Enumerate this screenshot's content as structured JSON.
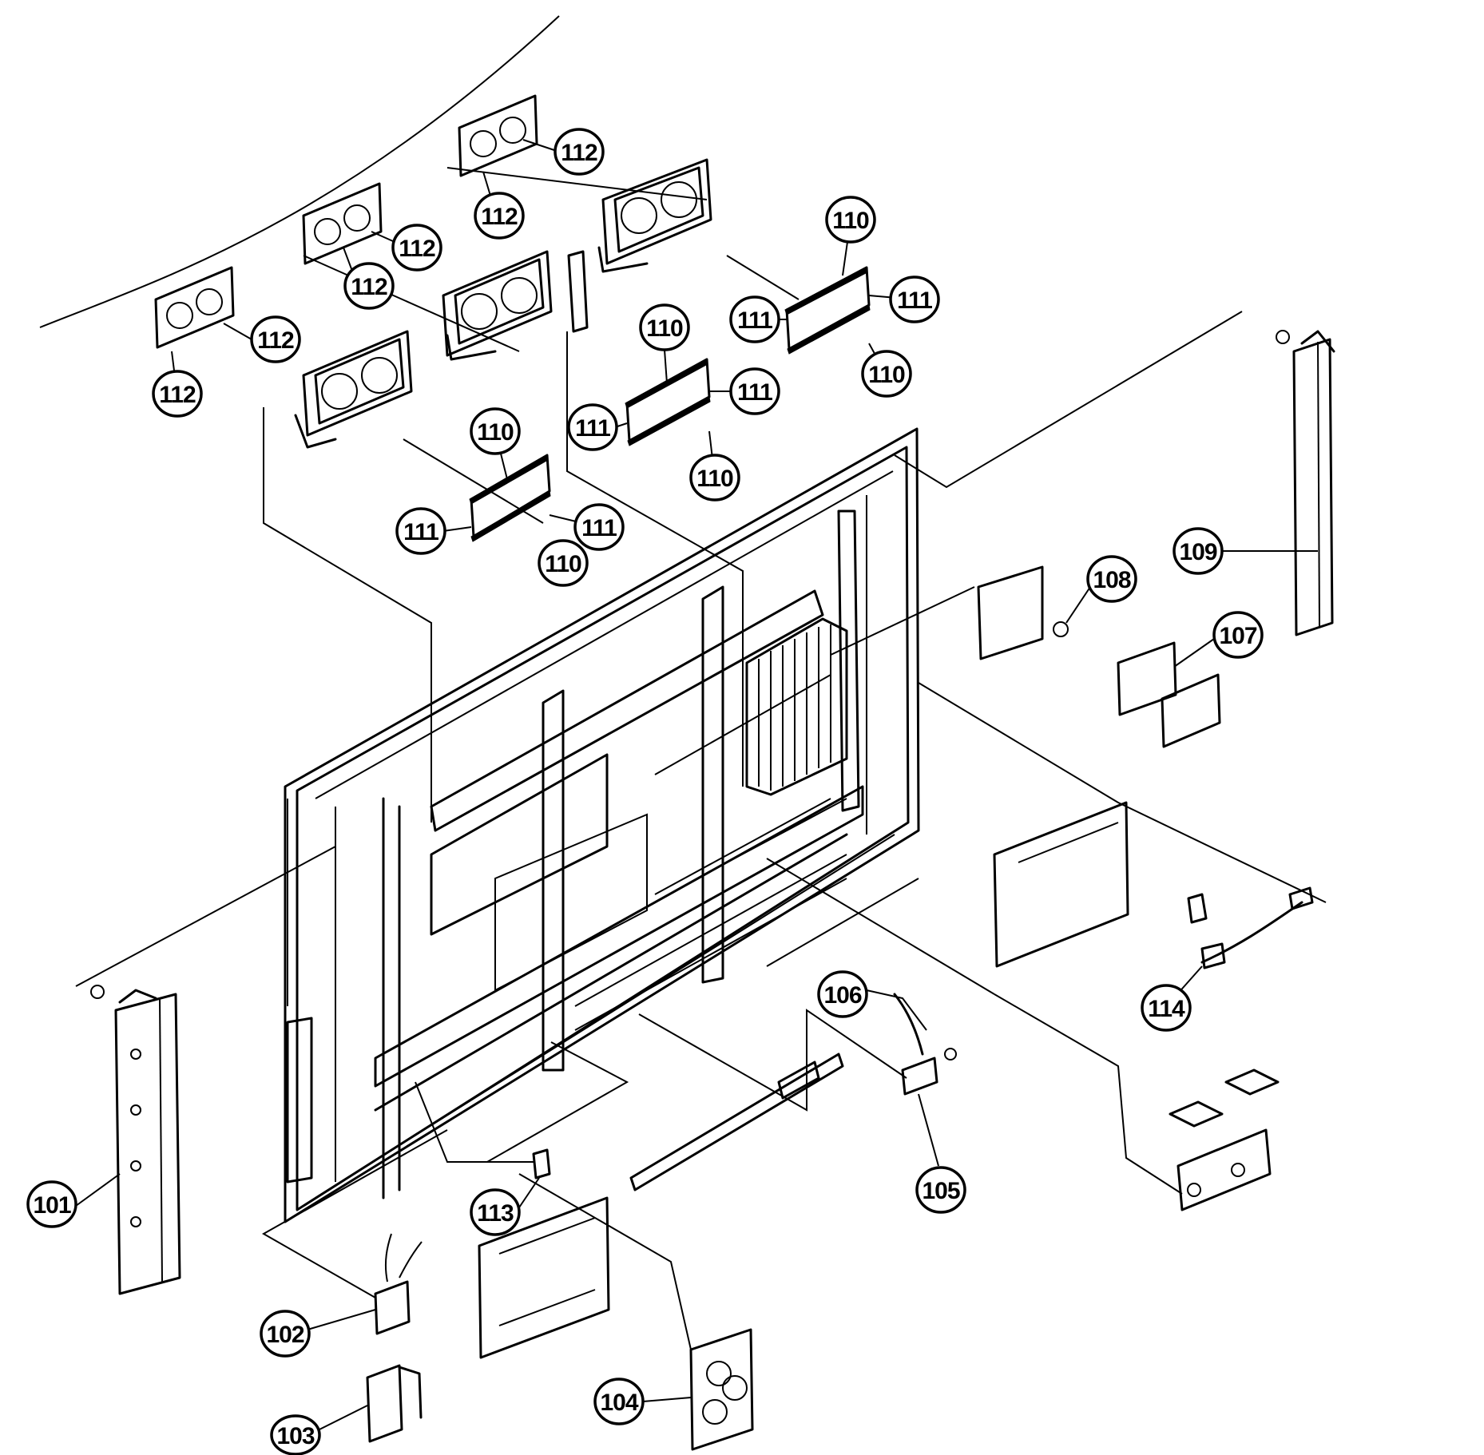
{
  "callouts": [
    {
      "id": "c101",
      "label": "101"
    },
    {
      "id": "c102",
      "label": "102"
    },
    {
      "id": "c103",
      "label": "103"
    },
    {
      "id": "c104",
      "label": "104"
    },
    {
      "id": "c105",
      "label": "105"
    },
    {
      "id": "c106",
      "label": "106"
    },
    {
      "id": "c107",
      "label": "107"
    },
    {
      "id": "c108",
      "label": "108"
    },
    {
      "id": "c109",
      "label": "109"
    },
    {
      "id": "c110a",
      "label": "110"
    },
    {
      "id": "c110b",
      "label": "110"
    },
    {
      "id": "c110c",
      "label": "110"
    },
    {
      "id": "c110d",
      "label": "110"
    },
    {
      "id": "c110e",
      "label": "110"
    },
    {
      "id": "c110f",
      "label": "110"
    },
    {
      "id": "c111a",
      "label": "111"
    },
    {
      "id": "c111b",
      "label": "111"
    },
    {
      "id": "c111c",
      "label": "111"
    },
    {
      "id": "c111d",
      "label": "111"
    },
    {
      "id": "c111e",
      "label": "111"
    },
    {
      "id": "c111f",
      "label": "111"
    },
    {
      "id": "c112a",
      "label": "112"
    },
    {
      "id": "c112b",
      "label": "112"
    },
    {
      "id": "c112c",
      "label": "112"
    },
    {
      "id": "c112d",
      "label": "112"
    },
    {
      "id": "c112e",
      "label": "112"
    },
    {
      "id": "c112f",
      "label": "112"
    },
    {
      "id": "c113",
      "label": "113"
    },
    {
      "id": "c114",
      "label": "114"
    }
  ]
}
